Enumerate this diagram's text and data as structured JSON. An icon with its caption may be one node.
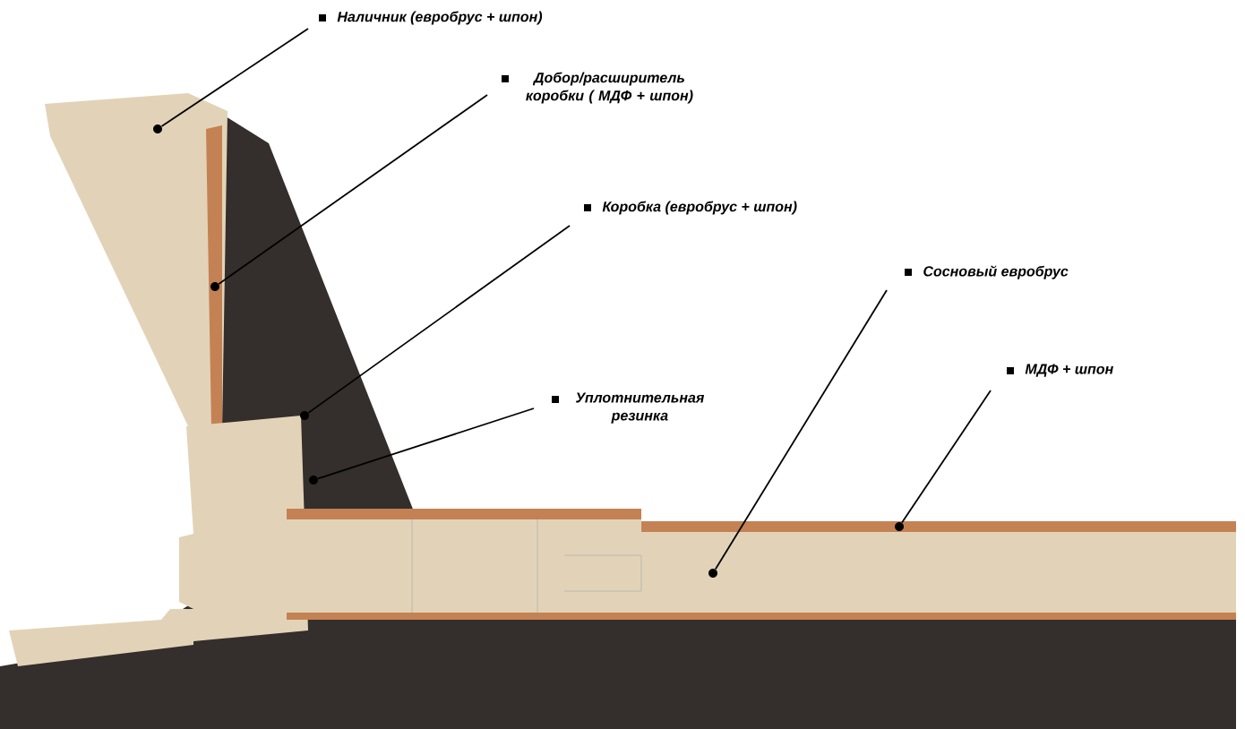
{
  "diagram": {
    "nodes": [
      {
        "text": [
          "Наличник (евробрус + шпон)"
        ]
      },
      {
        "text": [
          "Добор/расширитель коробки ( МДФ + шпон)"
        ]
      },
      {
        "text": [
          "Коробка (евробрус + шпон)"
        ]
      },
      {
        "text": [
          "Уплотнительная резинка"
        ]
      },
      {
        "text": [
          "Сосновый евробрус"
        ]
      },
      {
        "text": [
          "МДФ + шпон"
        ]
      },
      {
        "text": [],
        "shape": "circle"
      },
      {
        "text": [],
        "shape": "circle"
      },
      {
        "text": [],
        "shape": "circle"
      },
      {
        "text": [],
        "shape": "circle"
      },
      {
        "text": [],
        "shape": "circle"
      },
      {
        "text": [],
        "shape": "circle"
      }
    ],
    "edges": [
      {
        "from": 0,
        "to": 6,
        "arrow": "none"
      },
      {
        "from": 1,
        "to": 7,
        "arrow": "none"
      },
      {
        "from": 2,
        "to": 8,
        "arrow": "none"
      },
      {
        "from": 3,
        "to": 9,
        "arrow": "none"
      },
      {
        "from": 4,
        "to": 10,
        "arrow": "none"
      },
      {
        "from": 5,
        "to": 11,
        "arrow": "none"
      }
    ]
  }
}
